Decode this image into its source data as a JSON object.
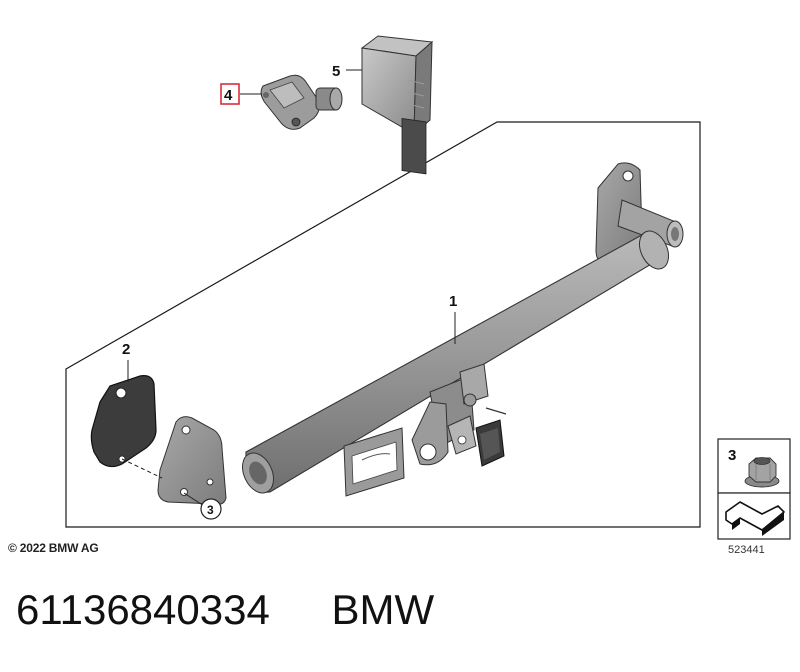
{
  "callouts": {
    "tow_bar": "1",
    "cover_plate": "2",
    "nut": "3",
    "sensor": "4",
    "control_unit": "5"
  },
  "legend": {
    "nut_number": "3"
  },
  "copyright": "© 2022 BMW AG",
  "image_number": "523441",
  "footer": {
    "part_number": "61136840334",
    "brand": "BMW"
  },
  "colors": {
    "highlight": "#d9303a",
    "part_gray": "#8f8f8f",
    "dark_part": "#3a3a3a",
    "outline": "#2b2b2b"
  }
}
